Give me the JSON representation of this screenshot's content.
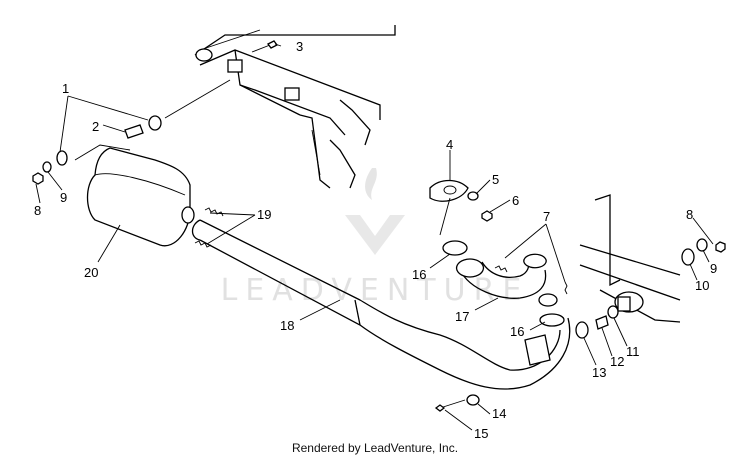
{
  "diagram": {
    "callouts": [
      "1",
      "2",
      "3",
      "4",
      "5",
      "6",
      "7",
      "8",
      "9",
      "20",
      "19",
      "18",
      "16",
      "17",
      "8",
      "9",
      "10",
      "11",
      "12",
      "13",
      "16",
      "14",
      "15"
    ],
    "watermark": "LEADVENTURE"
  },
  "footer": "Rendered by LeadVenture, Inc."
}
